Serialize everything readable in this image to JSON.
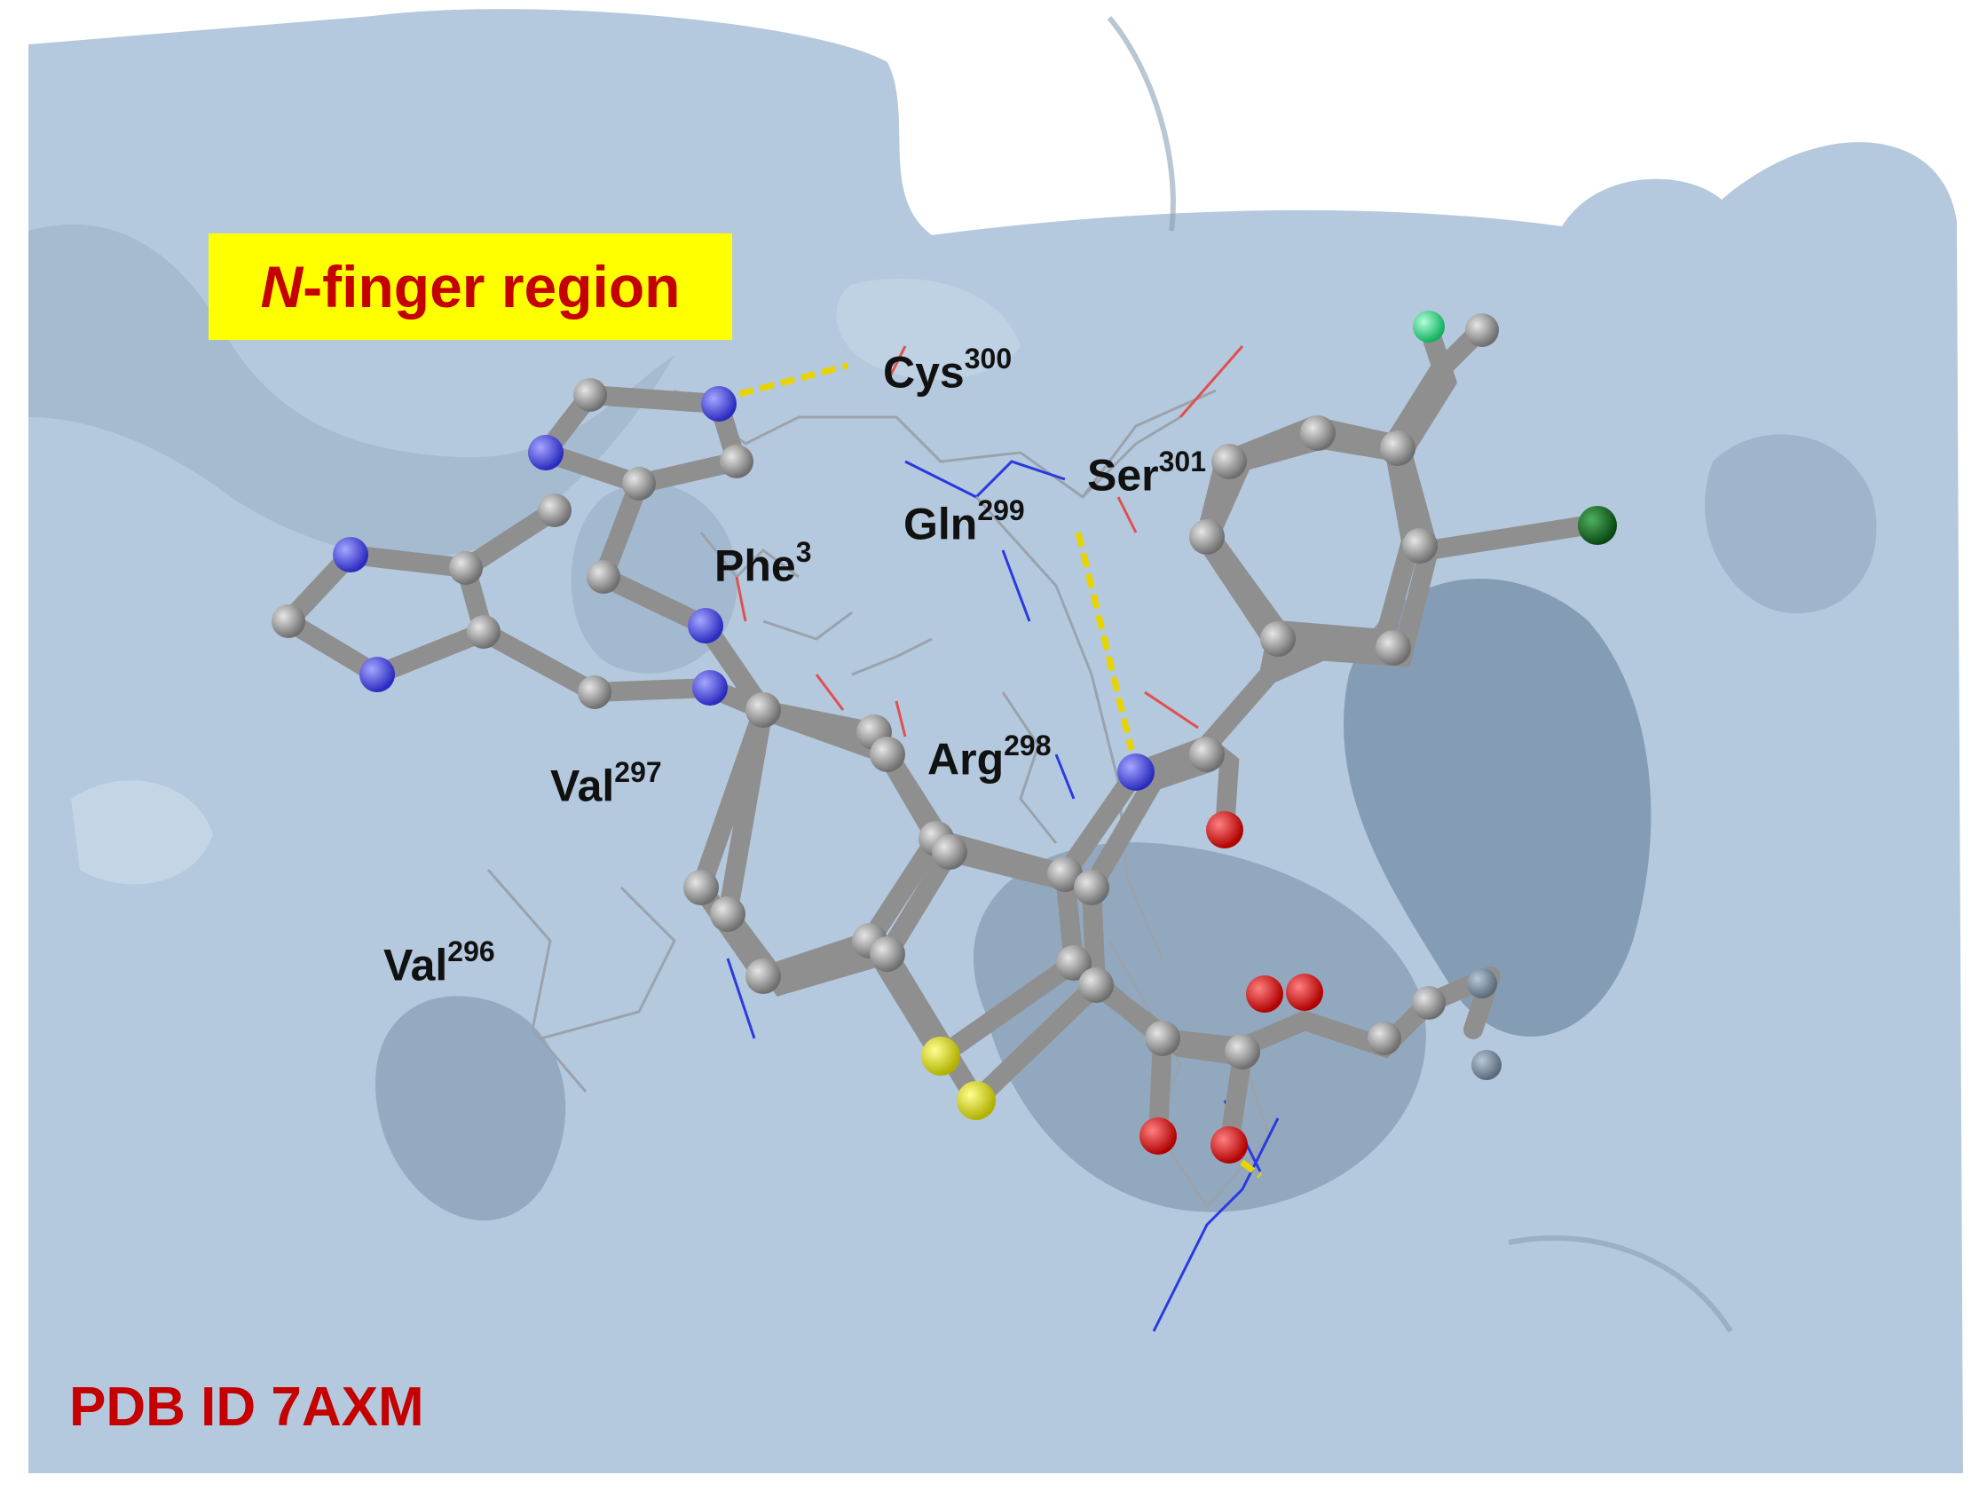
{
  "figure": {
    "region_label": {
      "prefix_italic": "N",
      "suffix": "-finger region"
    },
    "pdb_label": "PDB ID 7AXM",
    "residues": [
      {
        "name": "Cys",
        "number": "300"
      },
      {
        "name": "Ser",
        "number": "301"
      },
      {
        "name": "Gln",
        "number": "299"
      },
      {
        "name": "Phe",
        "number": "3"
      },
      {
        "name": "Arg",
        "number": "298"
      },
      {
        "name": "Val",
        "number": "297"
      },
      {
        "name": "Val",
        "number": "296"
      }
    ]
  },
  "colors": {
    "surface": "#a9bfd6",
    "carbon": "#8c8c8c",
    "nitrogen": "#4a4ae0",
    "oxygen": "#e01010",
    "sulfur": "#d6d61a",
    "chlorine": "#0f6b1a",
    "fluorine": "#27e08a",
    "hbond": "#e8d400",
    "label_highlight": "#ffff00",
    "label_red": "#c40000"
  }
}
